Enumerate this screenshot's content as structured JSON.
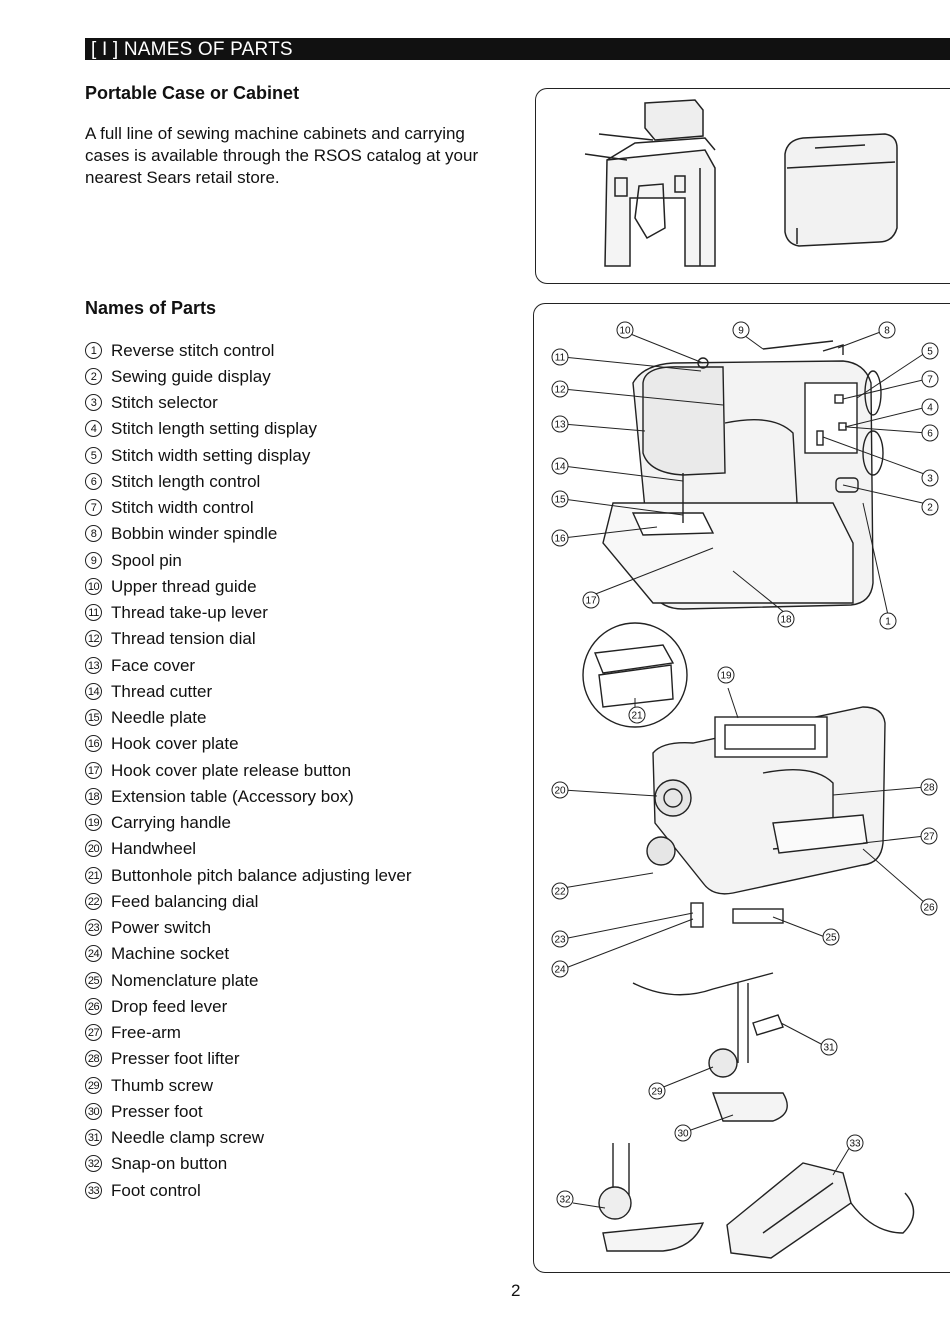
{
  "header": {
    "title": "[ I ] NAMES OF PARTS"
  },
  "case_section": {
    "title": "Portable Case or Cabinet",
    "body_lines": [
      "A full line of sewing machine cabinets and carrying",
      "cases is available through the RSOS catalog at your",
      "nearest Sears retail store."
    ]
  },
  "parts_section": {
    "title": "Names of Parts",
    "items": [
      {
        "num": "1",
        "label": "Reverse stitch control"
      },
      {
        "num": "2",
        "label": "Sewing guide display"
      },
      {
        "num": "3",
        "label": "Stitch selector"
      },
      {
        "num": "4",
        "label": "Stitch length setting display"
      },
      {
        "num": "5",
        "label": "Stitch width setting display"
      },
      {
        "num": "6",
        "label": "Stitch length control"
      },
      {
        "num": "7",
        "label": "Stitch width control"
      },
      {
        "num": "8",
        "label": "Bobbin winder spindle"
      },
      {
        "num": "9",
        "label": "Spool pin"
      },
      {
        "num": "10",
        "label": "Upper thread guide"
      },
      {
        "num": "11",
        "label": "Thread take-up lever"
      },
      {
        "num": "12",
        "label": "Thread tension dial"
      },
      {
        "num": "13",
        "label": "Face cover"
      },
      {
        "num": "14",
        "label": "Thread cutter"
      },
      {
        "num": "15",
        "label": "Needle plate"
      },
      {
        "num": "16",
        "label": "Hook cover plate"
      },
      {
        "num": "17",
        "label": "Hook cover plate release button"
      },
      {
        "num": "18",
        "label": "Extension table (Accessory box)"
      },
      {
        "num": "19",
        "label": "Carrying handle"
      },
      {
        "num": "20",
        "label": "Handwheel"
      },
      {
        "num": "21",
        "label": "Buttonhole pitch balance adjusting lever"
      },
      {
        "num": "22",
        "label": "Feed balancing dial"
      },
      {
        "num": "23",
        "label": "Power switch"
      },
      {
        "num": "24",
        "label": "Machine socket"
      },
      {
        "num": "25",
        "label": "Nomenclature plate"
      },
      {
        "num": "26",
        "label": "Drop feed lever"
      },
      {
        "num": "27",
        "label": "Free-arm"
      },
      {
        "num": "28",
        "label": "Presser foot lifter"
      },
      {
        "num": "29",
        "label": "Thumb screw"
      },
      {
        "num": "30",
        "label": "Presser foot"
      },
      {
        "num": "31",
        "label": "Needle clamp screw"
      },
      {
        "num": "32",
        "label": "Snap-on button"
      },
      {
        "num": "33",
        "label": "Foot control"
      }
    ]
  },
  "diagram": {
    "callouts": [
      "1",
      "2",
      "3",
      "4",
      "5",
      "6",
      "7",
      "8",
      "9",
      "10",
      "11",
      "12",
      "13",
      "14",
      "15",
      "16",
      "17",
      "18",
      "19",
      "20",
      "21",
      "22",
      "23",
      "24",
      "25",
      "26",
      "27",
      "28",
      "29",
      "30",
      "31",
      "32",
      "33"
    ]
  },
  "footer": {
    "page_number": "2"
  }
}
